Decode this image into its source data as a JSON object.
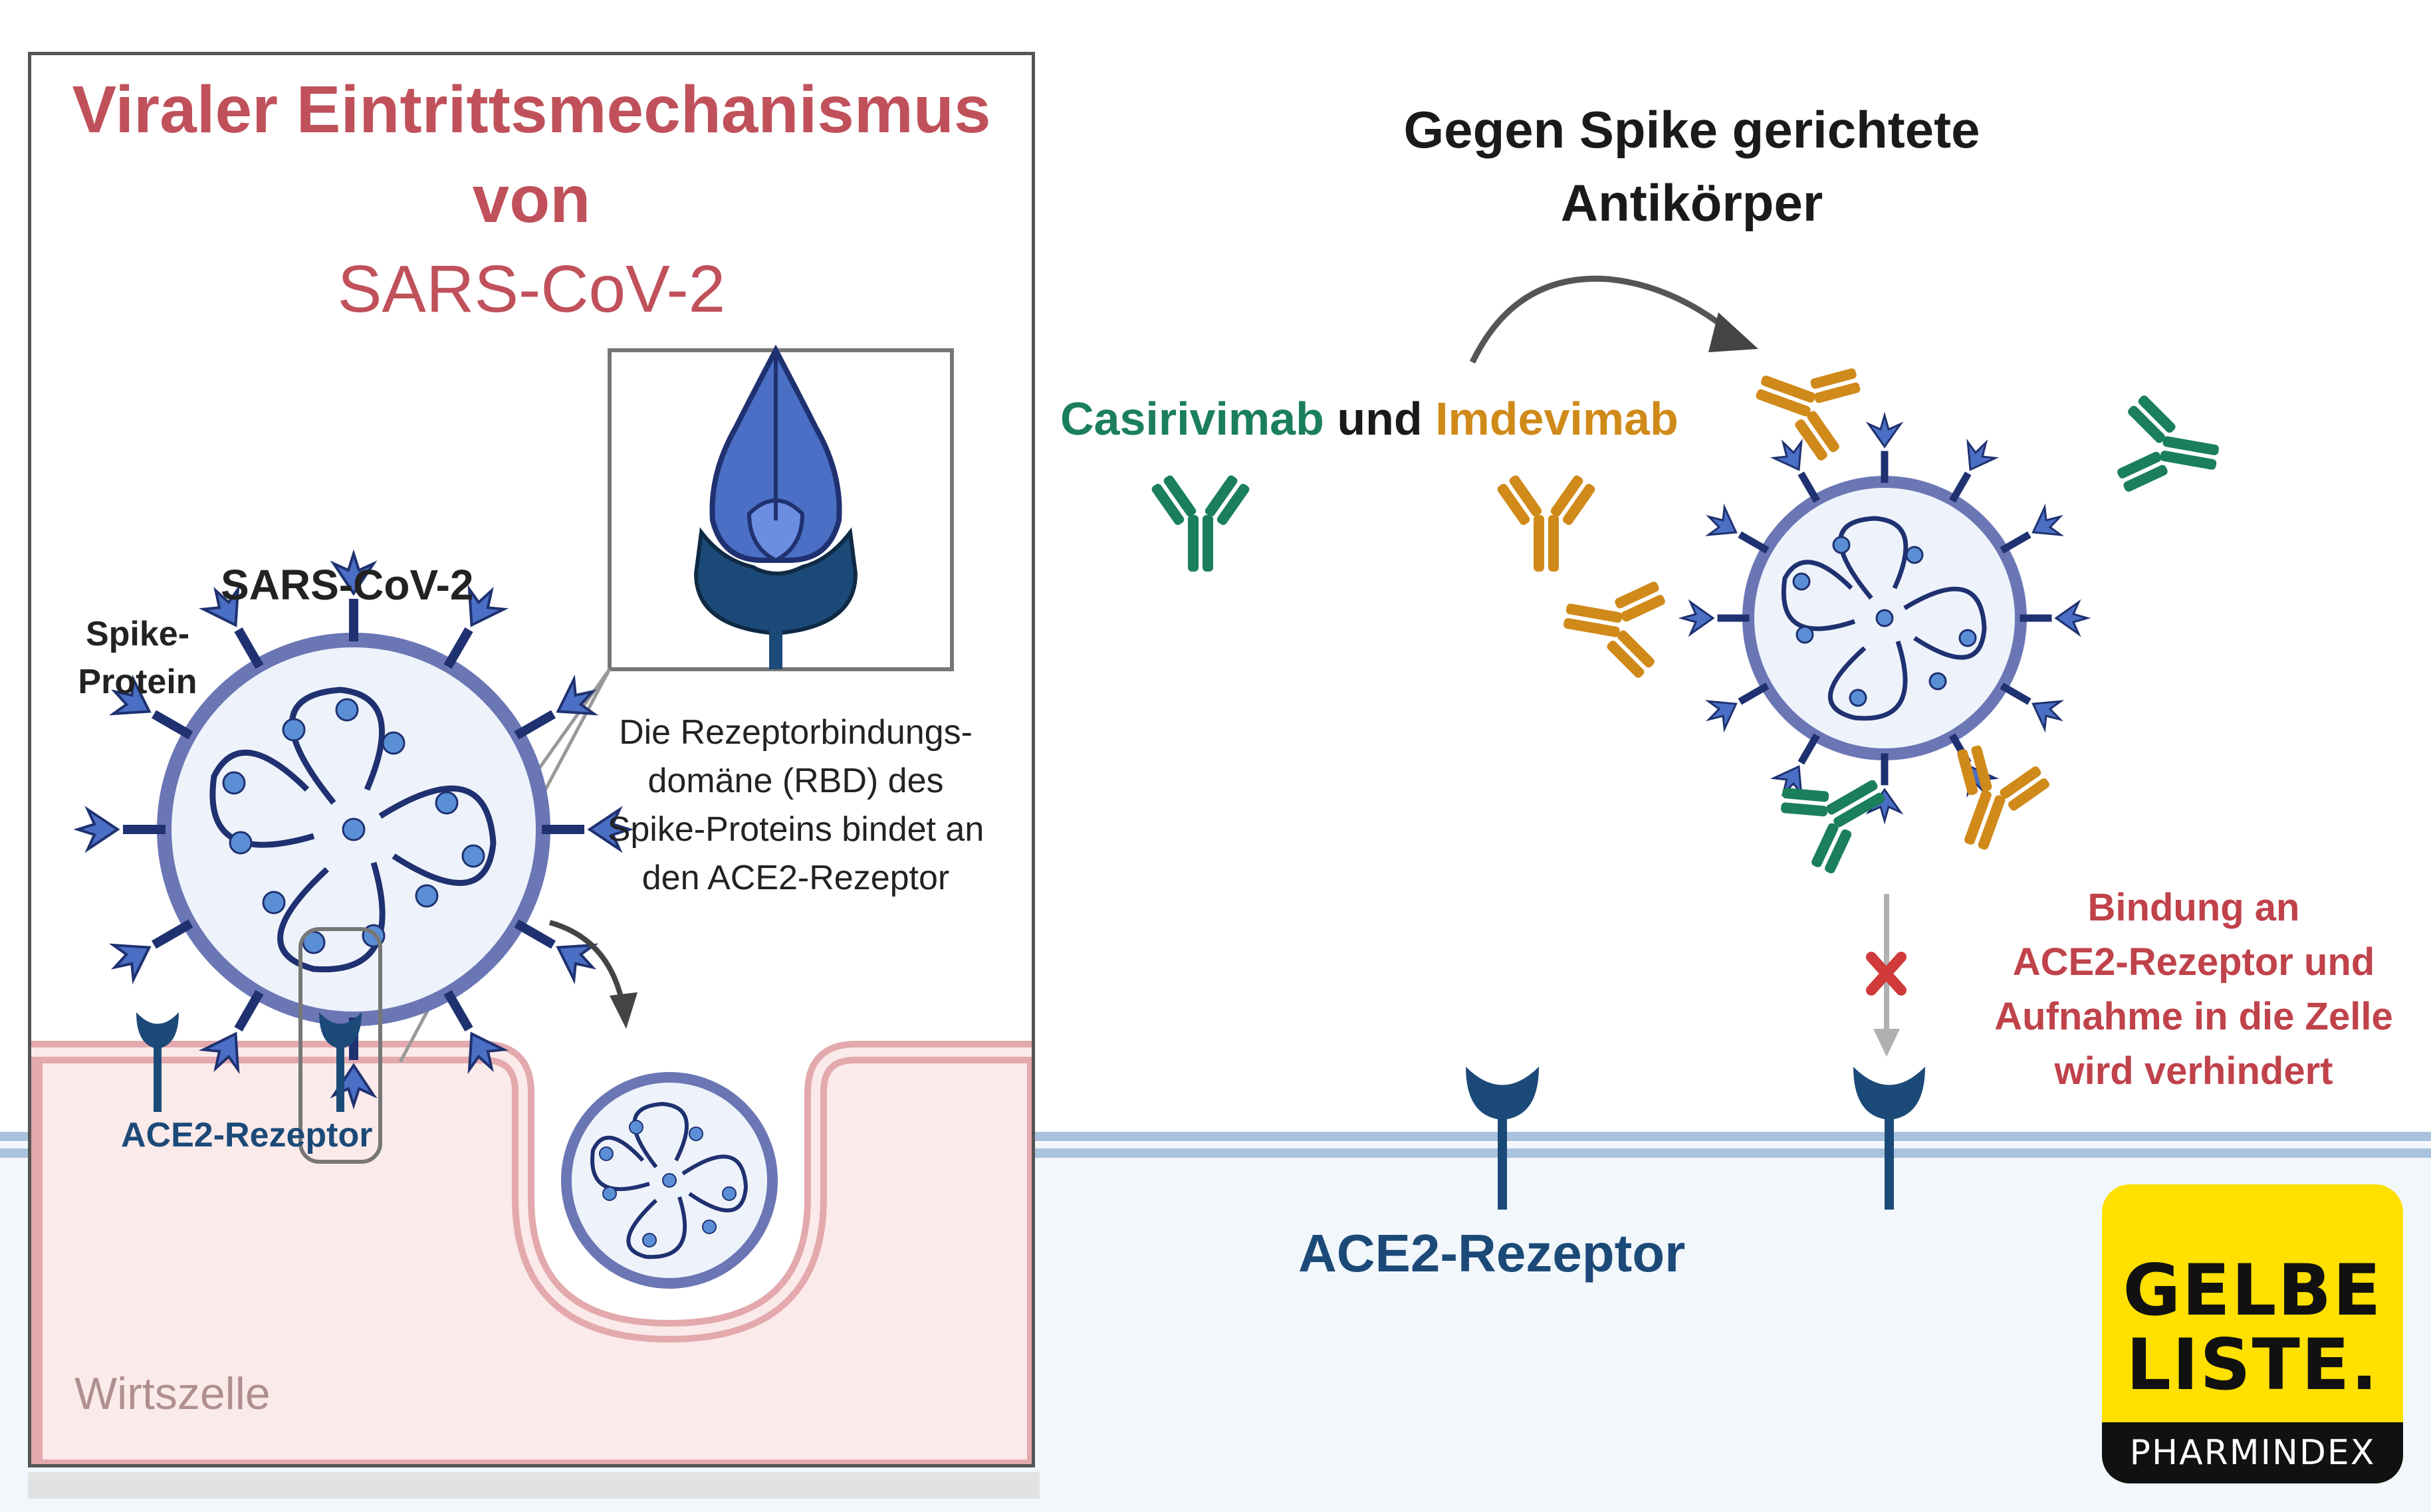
{
  "left_panel": {
    "title_line1": "Viraler Eintrittsmechanismus",
    "title_line2": "von",
    "title_line3": "SARS-CoV-2",
    "virus_label": "SARS-CoV-2",
    "spike_label_line1": "Spike-",
    "spike_label_line2": "Protein",
    "receptor_label": "ACE2-Rezeptor",
    "rbd_caption": [
      "Die Rezeptorbindungs-",
      "domäne (RBD) des",
      "Spike-Proteins bindet an",
      "den ACE2-Rezeptor"
    ],
    "host_cell_label": "Wirtszelle"
  },
  "right_panel": {
    "title_line1": "Gegen Spike gerichtete",
    "title_line2": "Antikörper",
    "drug1": "Casirivimab",
    "connector": "und",
    "drug2": "Imdevimab",
    "block_text": [
      "Bindung an",
      "ACE2-Rezeptor und",
      "Aufnahme in die Zelle",
      "wird verhindert"
    ],
    "receptor_label": "ACE2-Rezeptor"
  },
  "logo": {
    "line1": "GELBE",
    "line2": "LISTE.",
    "footer": "PHARMINDEX"
  },
  "colors": {
    "title_red": "#c0515b",
    "block_red": "#c0424a",
    "receptor_navy": "#1c4a78",
    "antibody_green": "#1a7f5a",
    "antibody_orange": "#d08a1a",
    "spike_blue": "#4a6fc4",
    "host_cell_pink": "#fbeaea",
    "logo_yellow": "#ffe000"
  },
  "icons": [
    "sars-cov-2-virion",
    "spike-protein",
    "ace2-receptor",
    "antibody",
    "curved-arrow",
    "block-cross"
  ]
}
